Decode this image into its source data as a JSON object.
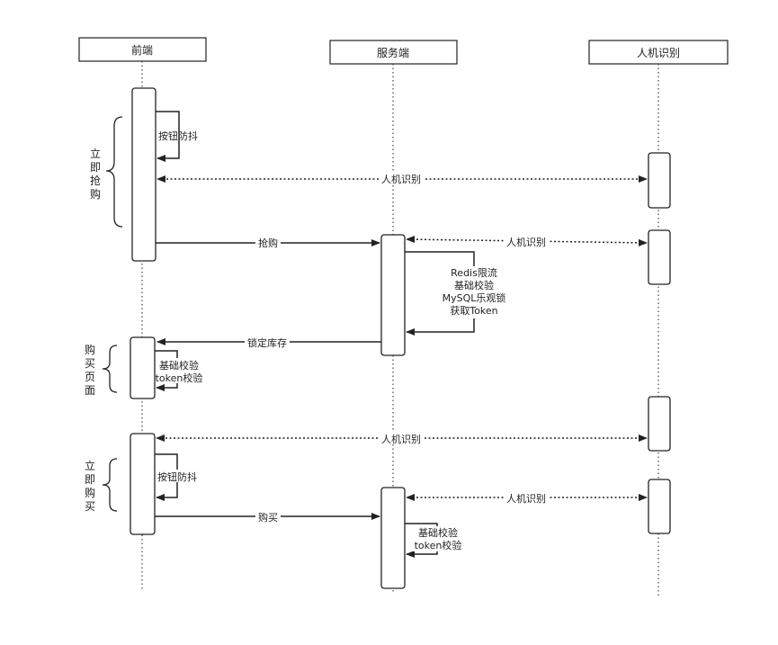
{
  "participants": {
    "frontend": "前端",
    "server": "服务端",
    "captcha": "人机识别"
  },
  "messages": {
    "debounce1": "按钮防抖",
    "captcha1": "人机识别",
    "buy_rush": "抢购",
    "captcha2": "人机识别",
    "server_steps": [
      "Redis限流",
      "基础校验",
      "MySQL乐观锁",
      "获取Token"
    ],
    "lock_stock": "锁定库存",
    "page_checks": [
      "基础校验",
      "token校验"
    ],
    "captcha3": "人机识别",
    "debounce2": "按钮防抖",
    "buy": "购买",
    "captcha4": "人机识别",
    "server_checks": [
      "基础校验",
      "token校验"
    ]
  },
  "phases": {
    "rush_buy": [
      "立",
      "即",
      "抢",
      "购"
    ],
    "purchase_page": [
      "购",
      "买",
      "页",
      "面"
    ],
    "buy_now": [
      "立",
      "即",
      "购",
      "买"
    ]
  }
}
